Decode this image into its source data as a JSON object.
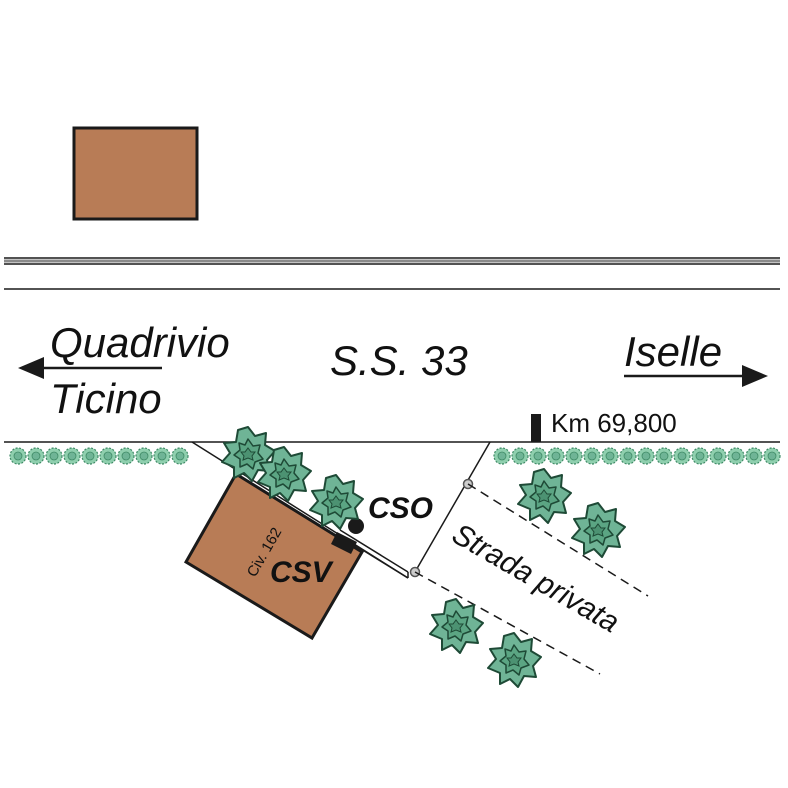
{
  "labels": {
    "quadrivio": "Quadrivio",
    "ticino": "Ticino",
    "road": "S.S. 33",
    "iselle": "Iselle",
    "km": "Km 69,800",
    "cso": "CSO",
    "csv": "CSV",
    "civ": "Civ. 162",
    "strada": "Strada privata"
  },
  "colors": {
    "building": "#B87C56",
    "outline": "#1a1a1a",
    "hedge": "#7BC4A0",
    "tree_fill": "#6FB496",
    "tree_stroke": "#1E4A36",
    "road_gray": "#8a8a8a"
  },
  "icons": {
    "direction_left": "arrow-left-icon",
    "direction_right": "arrow-right-icon",
    "tree": "tree-icon",
    "km_marker": "km-post-icon"
  }
}
